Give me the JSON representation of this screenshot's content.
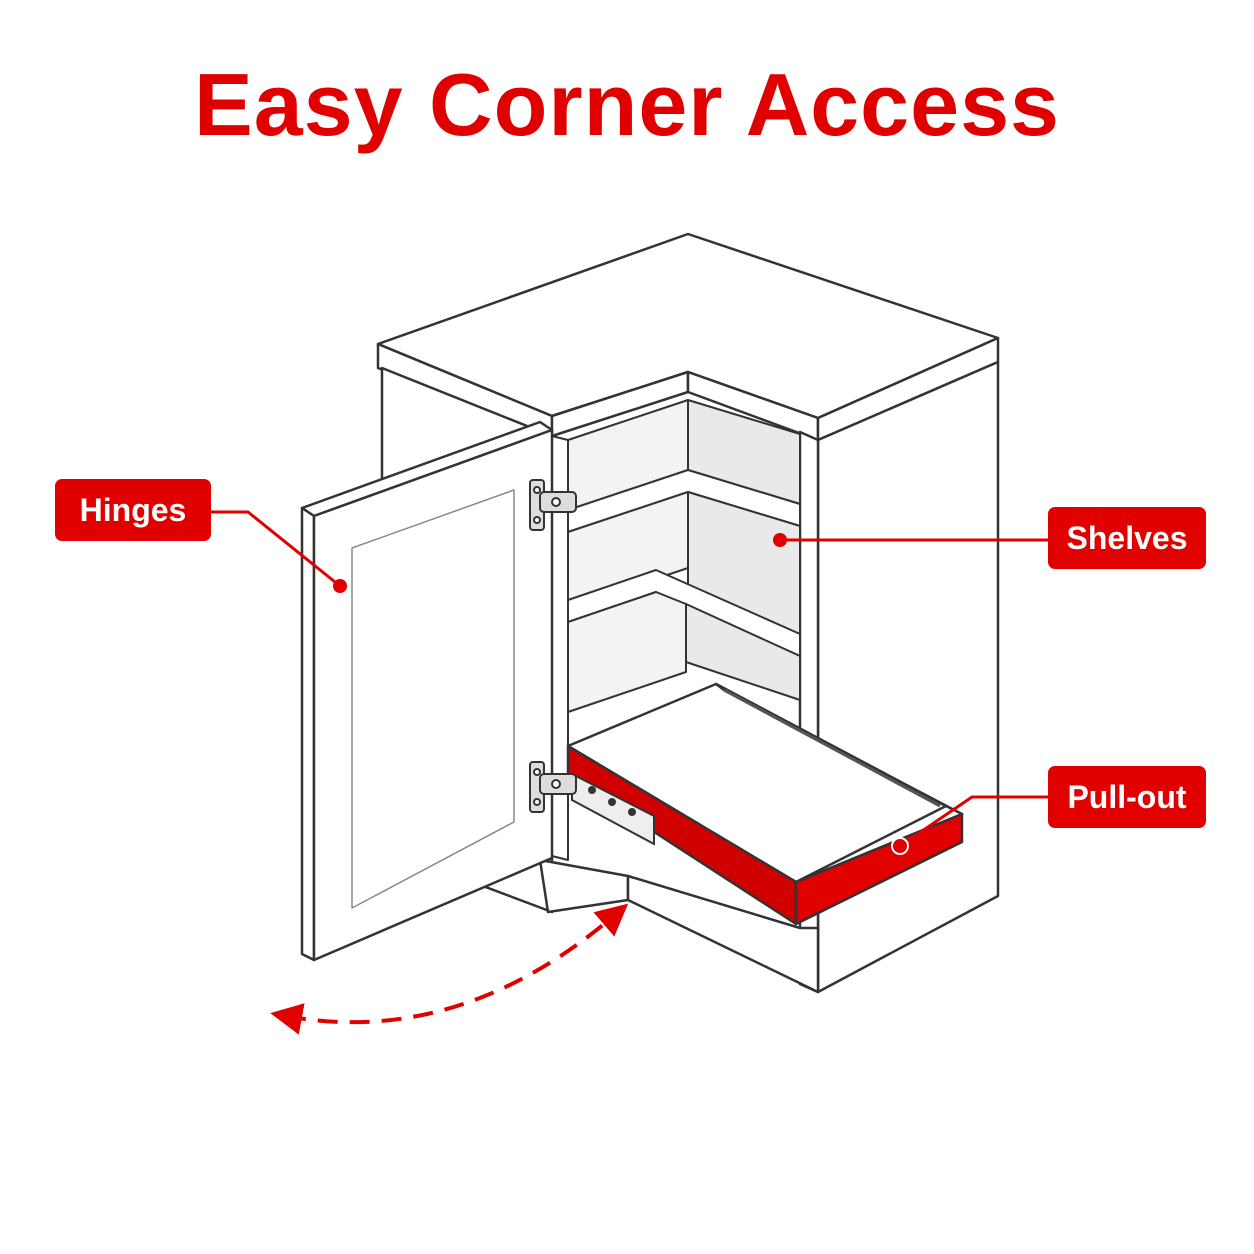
{
  "title": "Easy Corner Access",
  "colors": {
    "accent": "#e00000",
    "outline": "#333333",
    "panel": "#ffffff",
    "shadow": "#ececec"
  },
  "labels": {
    "hinges": "Hinges",
    "shelves": "Shelves",
    "pullout": "Pull-out"
  },
  "icons": {
    "swing_arrow": "curved-dashed-double-arrow-icon"
  }
}
